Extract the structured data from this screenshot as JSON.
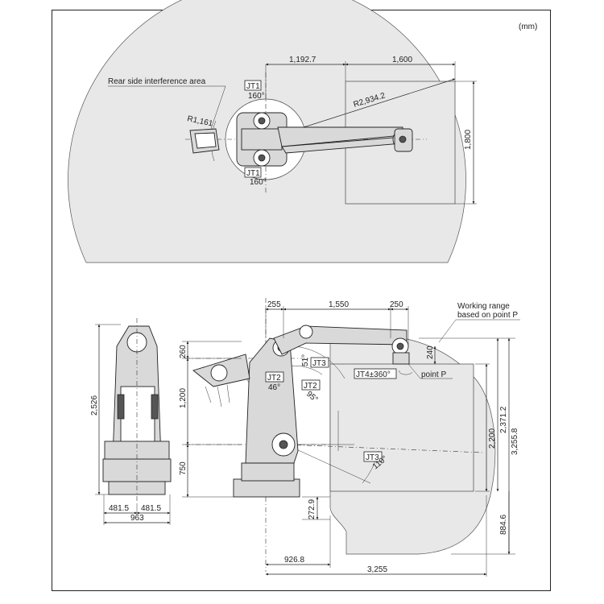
{
  "units": "(mm)",
  "top_view": {
    "rear_label": "Rear side interference area",
    "r_small": "R1,161",
    "r_large": "R2,934.2",
    "jt1_top_label": "JT1",
    "jt1_top_angle": "160°",
    "jt1_bottom_label": "JT1",
    "jt1_bottom_angle": "160°",
    "dim_1192": "1,192.7",
    "dim_1600": "1,600",
    "dim_1800": "1,800"
  },
  "side_view": {
    "dim_255": "255",
    "dim_1550": "1,550",
    "dim_250": "250",
    "working_range_l1": "Working range",
    "working_range_l2": "based on point P",
    "dim_240": "240",
    "dim_260": "260",
    "dim_1200": "1,200",
    "dim_750": "750",
    "dim_2526": "2,526",
    "dim_4815a": "481.5",
    "dim_4815b": "481.5",
    "dim_963": "963",
    "jt3_upper_label": "JT3",
    "jt3_upper_angle": "51°",
    "jt2_label": "JT2",
    "jt2_angle_left": "46°",
    "jt2_box_label": "JT2",
    "jt2_angle_right": "95°",
    "jt4_label": "JT4±360°",
    "point_p": "point P",
    "jt3_lower_label": "JT3",
    "jt3_lower_angle": "110°",
    "dim_2200": "2,200",
    "dim_23712": "2,371.2",
    "dim_32558": "3,255.8",
    "dim_2729": "272.9",
    "dim_8846": "884.6",
    "dim_9268": "926.8",
    "dim_3255": "3,255"
  }
}
